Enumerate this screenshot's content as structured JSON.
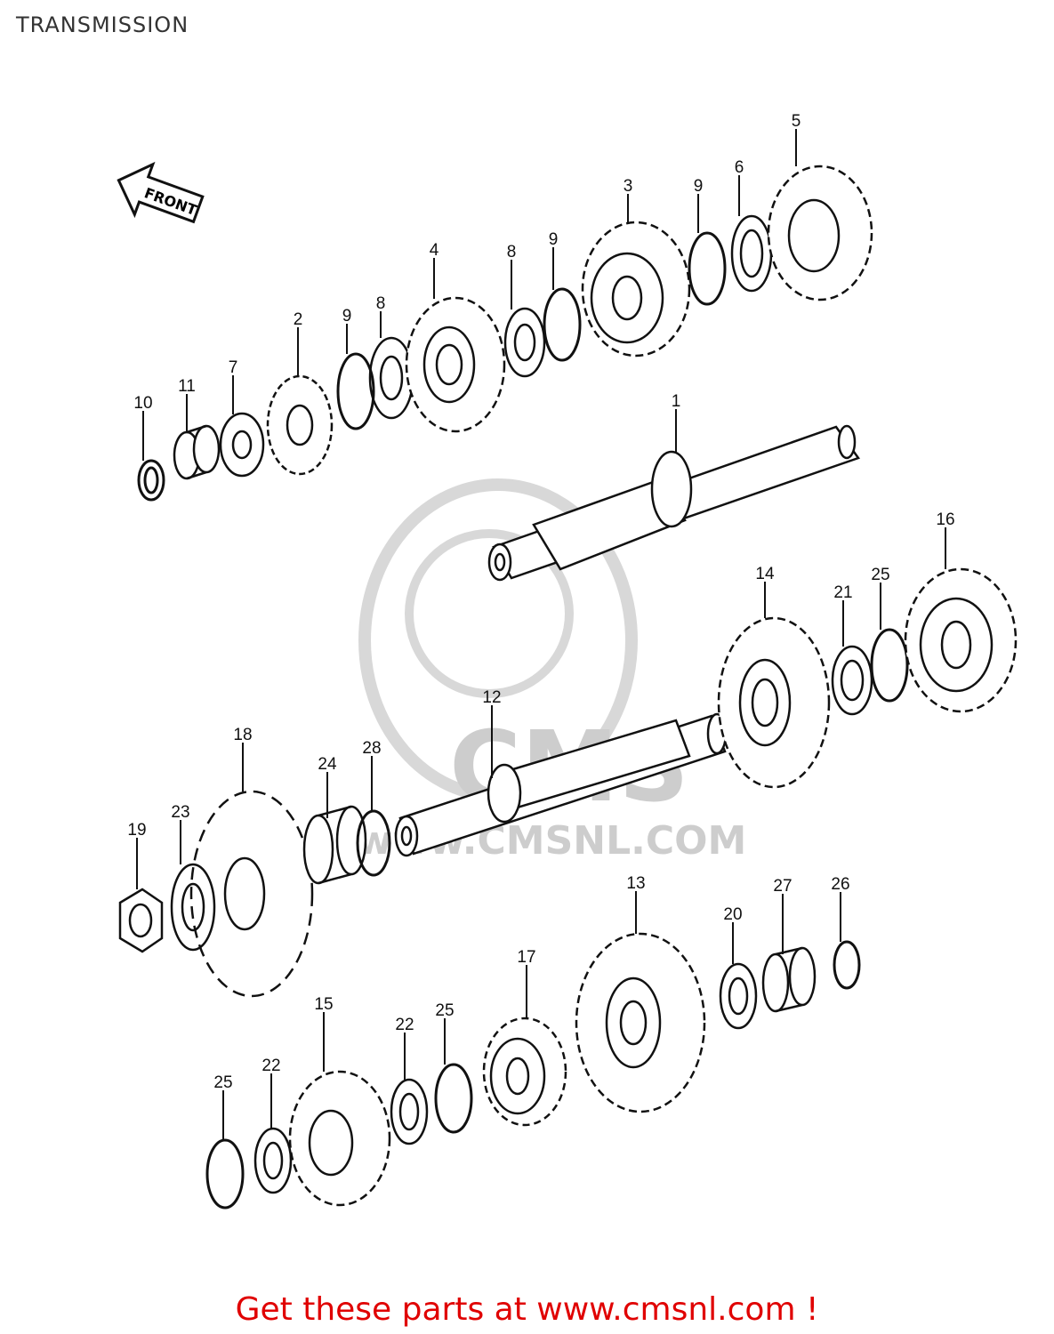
{
  "page": {
    "title": "TRANSMISSION",
    "footer_link": "Get these parts at www.cmsnl.com !",
    "front_arrow_label": "FRONT",
    "watermark_text": "www.CMSNL.COM",
    "watermark_logo": "CMS"
  },
  "colors": {
    "link": "#e00000",
    "title": "#333333",
    "watermark": "#c8c8c8",
    "ink": "#111111"
  },
  "diagram": {
    "part_labels": [
      "10",
      "11",
      "7",
      "2",
      "9",
      "8",
      "4",
      "8",
      "9",
      "3",
      "9",
      "6",
      "5",
      "1",
      "16",
      "14",
      "21",
      "25",
      "12",
      "18",
      "28",
      "24",
      "23",
      "19",
      "13",
      "20",
      "27",
      "26",
      "17",
      "15",
      "22",
      "25",
      "22",
      "25"
    ]
  }
}
